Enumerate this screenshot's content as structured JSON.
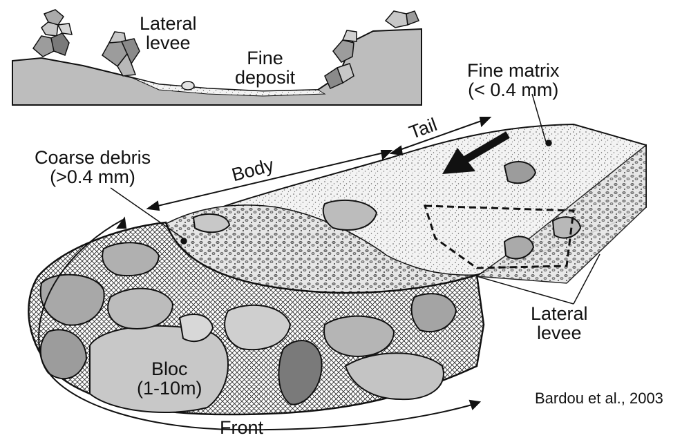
{
  "inset": {
    "lateral_levee": [
      "Lateral",
      "levee"
    ],
    "fine_deposit": [
      "Fine",
      "deposit"
    ]
  },
  "labels": {
    "fine_matrix": [
      "Fine matrix",
      "(< 0.4 mm)"
    ],
    "tail": "Tail",
    "body": "Body",
    "coarse_debris": [
      "Coarse debris",
      "(>0.4 mm)"
    ],
    "lateral_levee": [
      "Lateral",
      "levee"
    ],
    "bloc": [
      "Bloc",
      "(1-10m)"
    ],
    "front": "Front"
  },
  "credit": "Bardou et al., 2003",
  "colors": {
    "ink": "#111111",
    "inset_fill": "#bdbdbd",
    "boulder_light": "#c8c8c8",
    "boulder_mid": "#9c9c9c",
    "boulder_dark": "#7a7a7a",
    "matrix": "#efefef"
  }
}
